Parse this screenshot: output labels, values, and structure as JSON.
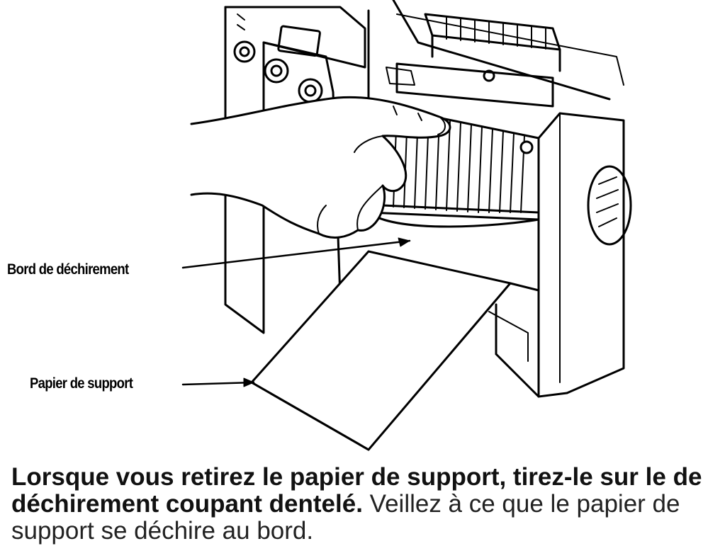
{
  "figure": {
    "callouts": {
      "tear_edge": "Bord de déchirement",
      "liner_paper": "Papier de support"
    }
  },
  "caption": {
    "bold_part": "Lorsque vous retirez le papier de support, tirez-le sur le de déchirement coupant dentelé.",
    "regular_part": " Veillez à ce que le papier de support se déchire au bord."
  }
}
